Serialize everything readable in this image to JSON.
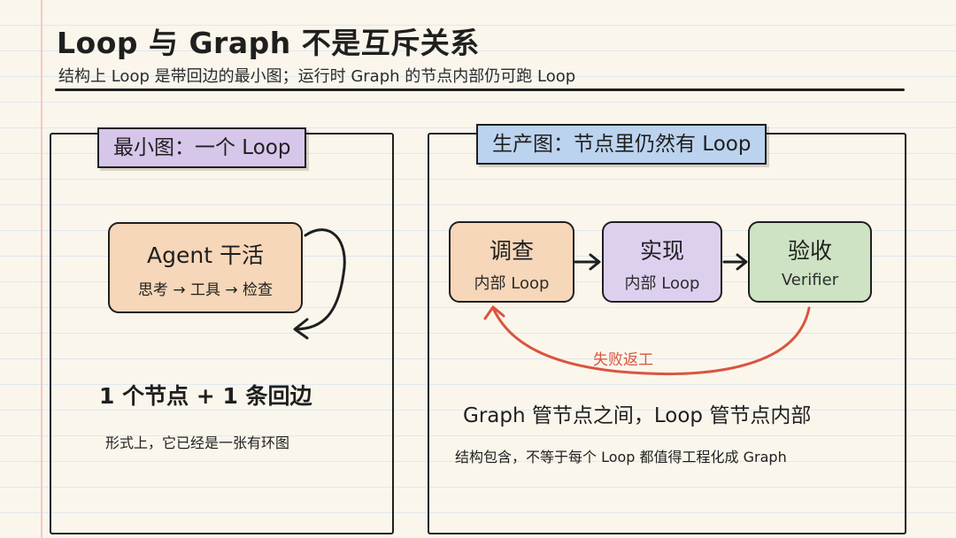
{
  "header": {
    "title": "Loop 与 Graph 不是互斥关系",
    "subtitle": "结构上 Loop 是带回边的最小图；运行时 Graph 的节点内部仍可跑 Loop"
  },
  "left_panel": {
    "tag": "最小图：一个 Loop",
    "node_title": "Agent 干活",
    "node_steps": "思考 → 工具 → 检查",
    "summary": "1 个节点 + 1 条回边",
    "note": "形式上，它已经是一张有环图"
  },
  "right_panel": {
    "tag": "生产图：节点里仍然有 Loop",
    "nodes": [
      {
        "title": "调查",
        "sub": "内部 Loop"
      },
      {
        "title": "实现",
        "sub": "内部 Loop"
      },
      {
        "title": "验收",
        "sub": "Verifier"
      }
    ],
    "feedback_label": "失败返工",
    "summary": "Graph 管节点之间，Loop 管节点内部",
    "note": "结构包含，不等于每个 Loop 都值得工程化成 Graph"
  },
  "colors": {
    "orange_node": "#f7d7b9",
    "purple_node": "#ddd0ef",
    "green_node": "#cde3c3",
    "purple_tag": "#d6c6ea",
    "blue_tag": "#bcd3ef",
    "feedback_arrow": "#d9553f"
  }
}
